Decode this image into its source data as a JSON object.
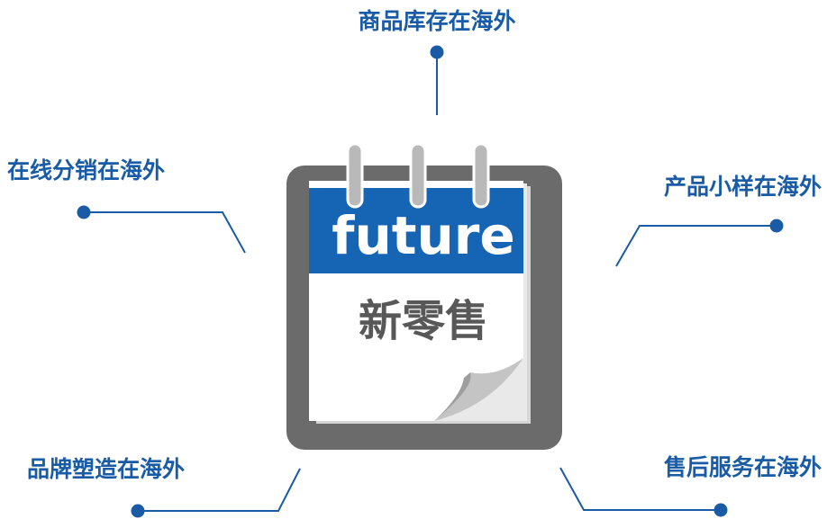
{
  "calendar": {
    "word": "future",
    "title": "新零售"
  },
  "items": {
    "top": "商品库存在海外",
    "left_upper": "在线分销在海外",
    "right_upper": "产品小样在海外",
    "left_lower": "品牌塑造在海外",
    "right_lower": "售后服务在海外"
  },
  "colors": {
    "accent": "#1a5ba6",
    "calendar_frame": "#6b6b6b",
    "calendar_header": "#1565b4",
    "title_text": "#585858"
  }
}
